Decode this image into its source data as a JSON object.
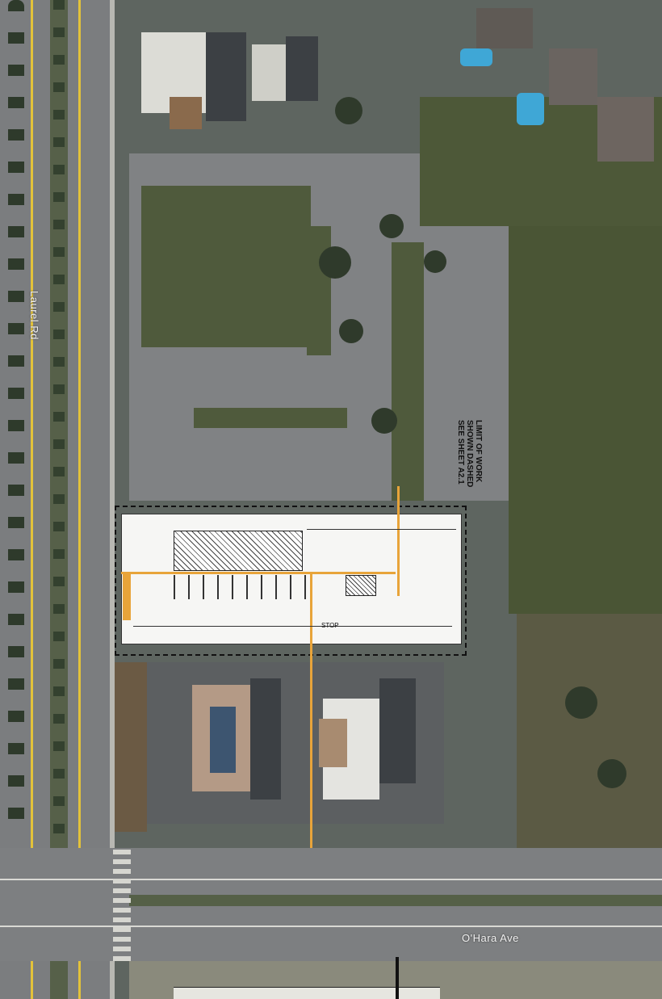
{
  "map": {
    "streets": {
      "vertical_road": "Laurel Rd",
      "horizontal_road": "O'Hara Ave"
    },
    "annotation": {
      "line1": "LIMIT OF WORK",
      "line2": "SHOWN DASHED",
      "line3": "SEE SHEET A2.1"
    },
    "plan_labels": {
      "stop": "STOP"
    },
    "colors": {
      "lane_yellow": "#e3c23a",
      "limit_dash": "#111111",
      "site_plan_bg": "#f6f6f4",
      "pool_blue": "#3fa7d6"
    }
  }
}
